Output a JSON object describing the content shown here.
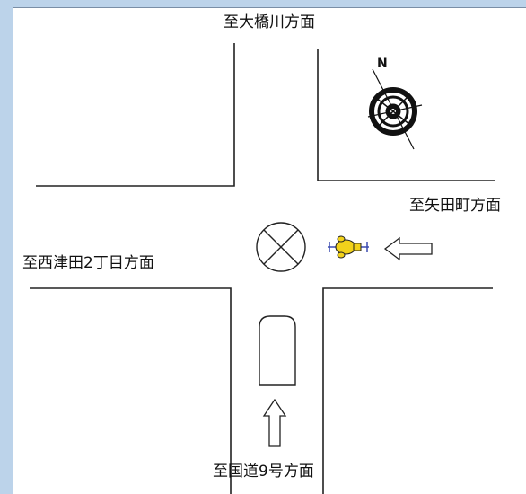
{
  "labels": {
    "north": "至大橋川方面",
    "east": "至矢田町方面",
    "west": "至西津田2丁目方面",
    "south": "至国道9号方面"
  },
  "compass": {
    "letter": "N"
  },
  "colors": {
    "background": "#bcd3ea",
    "panel": "#ffffff",
    "line": "#222222",
    "bike_body": "#f2d21b",
    "bike_wheel": "#3b4bb0"
  },
  "icons": {
    "compass": "compass-icon",
    "signal": "crossed-circle-icon",
    "motorcycle": "motorcycle-icon",
    "car": "car-icon",
    "arrow_left": "arrow-left-icon",
    "arrow_up": "arrow-up-icon"
  }
}
